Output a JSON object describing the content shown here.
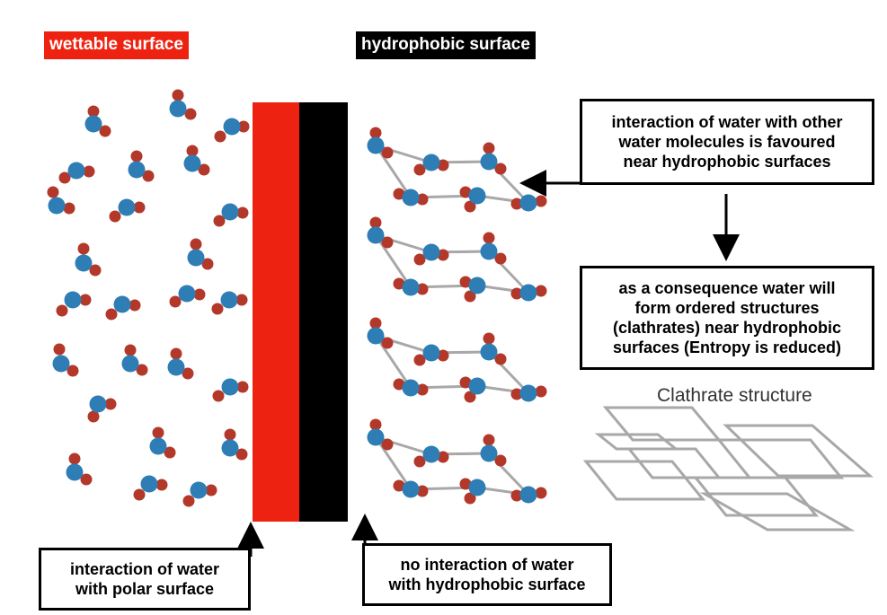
{
  "labels": {
    "wettable": "wettable surface",
    "hydrophobic": "hydrophobic surface",
    "box_interaction_favoured": "interaction of water with other\nwater molecules is favoured\nnear hydrophobic surfaces",
    "box_consequence": "as a consequence water will\nform ordered structures\n(clathrates) near hydrophobic\nsurfaces (Entropy is reduced)",
    "clathrate_title": "Clathrate structure",
    "box_polar": "interaction of water\nwith polar surface",
    "box_no_interaction": "no interaction of water\nwith hydrophobic surface"
  },
  "colors": {
    "wettable_red": "#ee2211",
    "hydrophobic_black": "#000000",
    "oxygen_blue": "#2e7db5",
    "hydrogen_red": "#b3382a",
    "bond_gray": "#a8a8a8"
  }
}
